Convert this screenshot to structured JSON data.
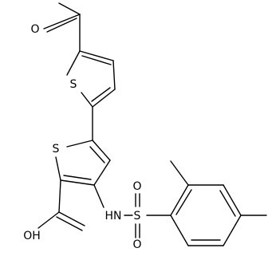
{
  "molecule": {
    "atoms": {
      "carbonyl_o": "O",
      "thiophene_s_top": "S",
      "thiophene_s_bottom": "S",
      "acid_oh": "OH",
      "amine_nh": "HN",
      "sulfonyl_s": "S",
      "sulfonyl_o_top": "O",
      "sulfonyl_o_bottom": "O"
    }
  }
}
